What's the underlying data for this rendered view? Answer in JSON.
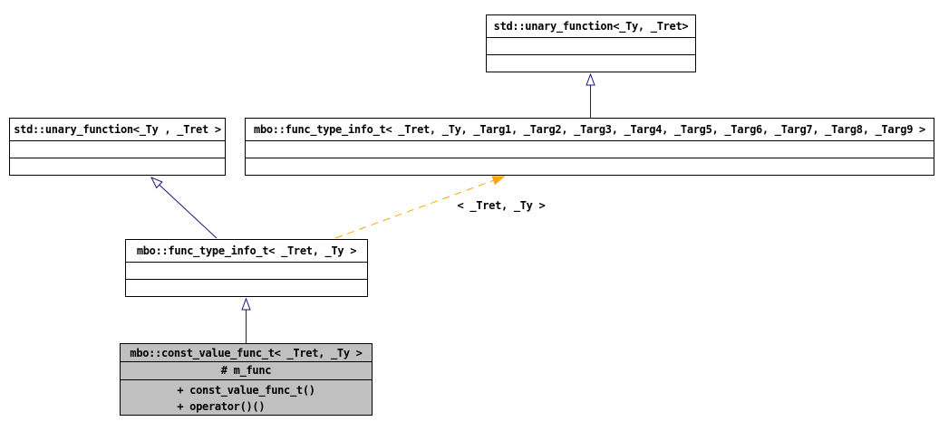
{
  "diagram": {
    "kind": "uml-class-inheritance-graph",
    "colors": {
      "node_border": "#000000",
      "node_fill": "#ffffff",
      "highlighted_node_fill": "#c0c0c0",
      "inheritance_edge": "#191970",
      "template_edge": "#ffa500",
      "text": "#000000"
    },
    "nodes": [
      {
        "title": "std::unary_function<_Ty, _Tret>",
        "attributes": [],
        "methods": [],
        "highlighted": false
      },
      {
        "title": "std::unary_function<_Ty , _Tret >",
        "attributes": [],
        "methods": [],
        "highlighted": false
      },
      {
        "title": "mbo::func_type_info_t< _Tret, _Ty, _Targ1, _Targ2, _Targ3, _Targ4, _Targ5, _Targ6, _Targ7, _Targ8, _Targ9 >",
        "attributes": [],
        "methods": [],
        "highlighted": false
      },
      {
        "title": "mbo::func_type_info_t< _Tret, _Ty >",
        "attributes": [],
        "methods": [],
        "highlighted": false
      },
      {
        "title": "mbo::const_value_func_t< _Tret, _Ty >",
        "attributes": [
          "# m_func"
        ],
        "methods": [
          "+ const_value_func_t()",
          "+ operator()()"
        ],
        "highlighted": true
      }
    ],
    "edges": [
      {
        "kind": "inheritance",
        "style": "solid",
        "from": "mbo::func_type_info_t< _Tret, _Ty, _Targ1, _Targ2, _Targ3, _Targ4, _Targ5, _Targ6, _Targ7, _Targ8, _Targ9 >",
        "to": "std::unary_function<_Ty, _Tret>",
        "label": ""
      },
      {
        "kind": "inheritance",
        "style": "solid",
        "from": "mbo::func_type_info_t< _Tret, _Ty >",
        "to": "std::unary_function<_Ty , _Tret >",
        "label": ""
      },
      {
        "kind": "inheritance",
        "style": "solid",
        "from": "mbo::const_value_func_t< _Tret, _Ty >",
        "to": "mbo::func_type_info_t< _Tret, _Ty >",
        "label": ""
      },
      {
        "kind": "template-instantiation",
        "style": "dashed",
        "from": "mbo::func_type_info_t< _Tret, _Ty >",
        "to": "mbo::func_type_info_t< _Tret, _Ty, _Targ1, _Targ2, _Targ3, _Targ4, _Targ5, _Targ6, _Targ7, _Targ8, _Targ9 >",
        "label": "< _Tret, _Ty >"
      }
    ]
  }
}
